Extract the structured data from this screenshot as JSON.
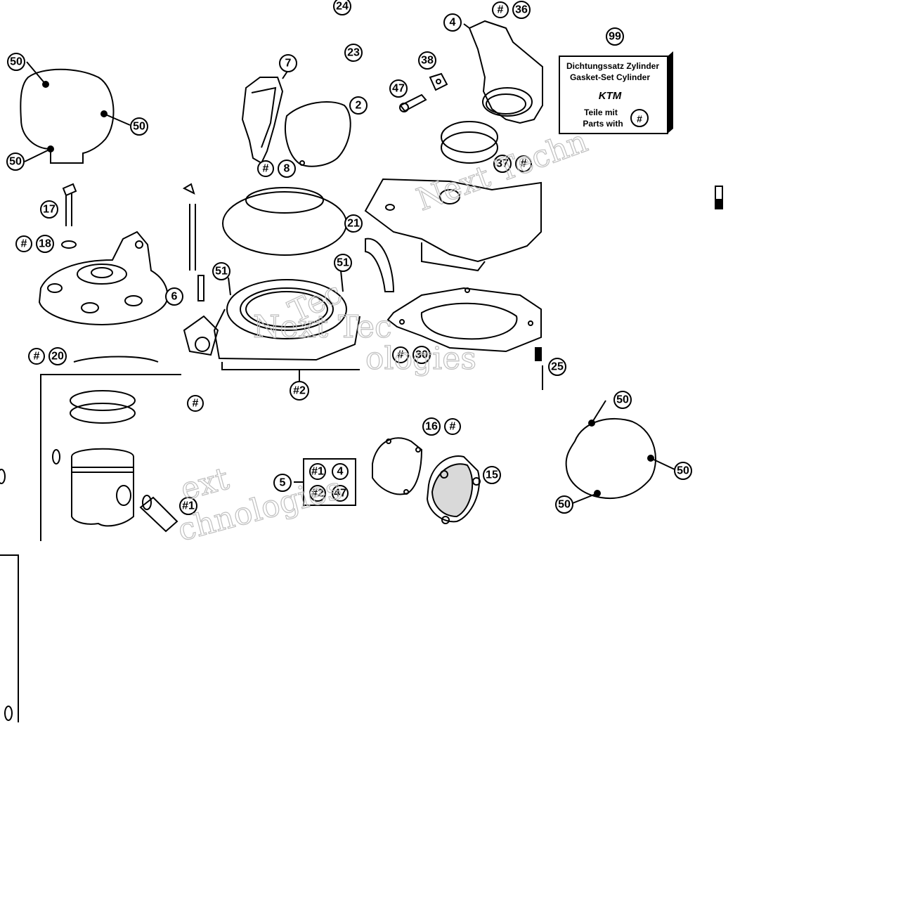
{
  "kit_box": {
    "number": "99",
    "line1": "Dichtungssatz Zylinder",
    "line2": "Gasket-Set Cylinder",
    "brand": "KTM",
    "line3": "Teile mit",
    "line4": "Parts with",
    "badge": "#"
  },
  "watermark": {
    "parts": [
      "ext",
      "chnologies",
      "Next Tec",
      "ologies",
      "Next Techn",
      "Tec"
    ]
  },
  "set_box": {
    "label": "5",
    "items": [
      "#1",
      "4",
      "#2",
      "47"
    ]
  },
  "callouts": [
    {
      "id": "c24",
      "text": "24"
    },
    {
      "id": "c23",
      "text": "23"
    },
    {
      "id": "c2",
      "text": "2"
    },
    {
      "id": "c50a",
      "text": "50"
    },
    {
      "id": "c50b",
      "text": "50"
    },
    {
      "id": "c50c",
      "text": "50"
    },
    {
      "id": "c7",
      "text": "7"
    },
    {
      "id": "c8",
      "text": "8"
    },
    {
      "id": "c4",
      "text": "4"
    },
    {
      "id": "c36",
      "text": "36"
    },
    {
      "id": "c38",
      "text": "38"
    },
    {
      "id": "c47",
      "text": "47"
    },
    {
      "id": "c37",
      "text": "37"
    },
    {
      "id": "c17",
      "text": "17"
    },
    {
      "id": "c18",
      "text": "18"
    },
    {
      "id": "c6",
      "text": "6"
    },
    {
      "id": "c20",
      "text": "20"
    },
    {
      "id": "c21",
      "text": "21"
    },
    {
      "id": "c51a",
      "text": "51"
    },
    {
      "id": "c51b",
      "text": "51"
    },
    {
      "id": "c30",
      "text": "30"
    },
    {
      "id": "c25",
      "text": "25"
    },
    {
      "id": "c2b",
      "text": "#2"
    },
    {
      "id": "c16",
      "text": "16"
    },
    {
      "id": "c15",
      "text": "15"
    },
    {
      "id": "c50d",
      "text": "50"
    },
    {
      "id": "c50e",
      "text": "50"
    },
    {
      "id": "c50f",
      "text": "50"
    },
    {
      "id": "c1",
      "text": "#1"
    }
  ],
  "hash_symbol": "#"
}
